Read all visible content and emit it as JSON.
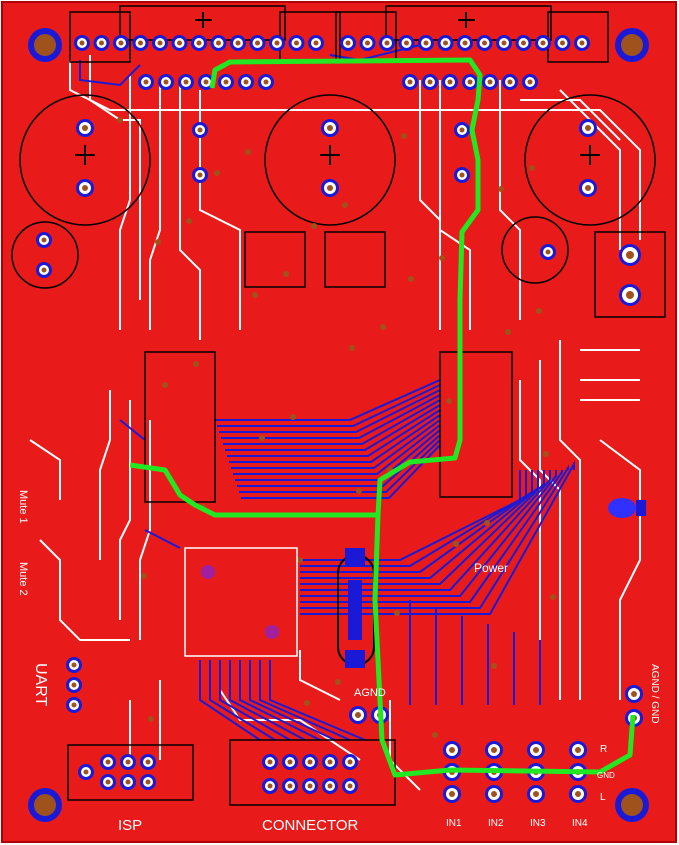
{
  "colors": {
    "board": "#e81a1a",
    "board_edge": "#b00000",
    "silkscreen": "#ffffff",
    "top_copper": "#1a1ad6",
    "bottom_copper_highlight": "#22e822",
    "mounting_hole": "#a0521d",
    "pad": "#a0521d",
    "via": "#a0521d",
    "component_outline": "#000000",
    "chip_mark": "#a020a0",
    "led_blue": "#3030ff"
  },
  "labels": {
    "mute1": "Mute 1",
    "mute2": "Mute 2",
    "uart": "UART",
    "isp": "ISP",
    "connector": "CONNECTOR",
    "power": "Power",
    "agnd": "AGND",
    "agnd_gnd": "AGND / GND",
    "in1": "IN1",
    "in2": "IN2",
    "in3": "IN3",
    "in4": "IN4",
    "r": "R",
    "gnd": "GND",
    "l": "L"
  },
  "icons": {
    "mounting_hole": "mounting-hole-icon",
    "electrolytic_cap": "electrolytic-capacitor-icon",
    "crystal": "crystal-icon",
    "led": "led-icon"
  }
}
